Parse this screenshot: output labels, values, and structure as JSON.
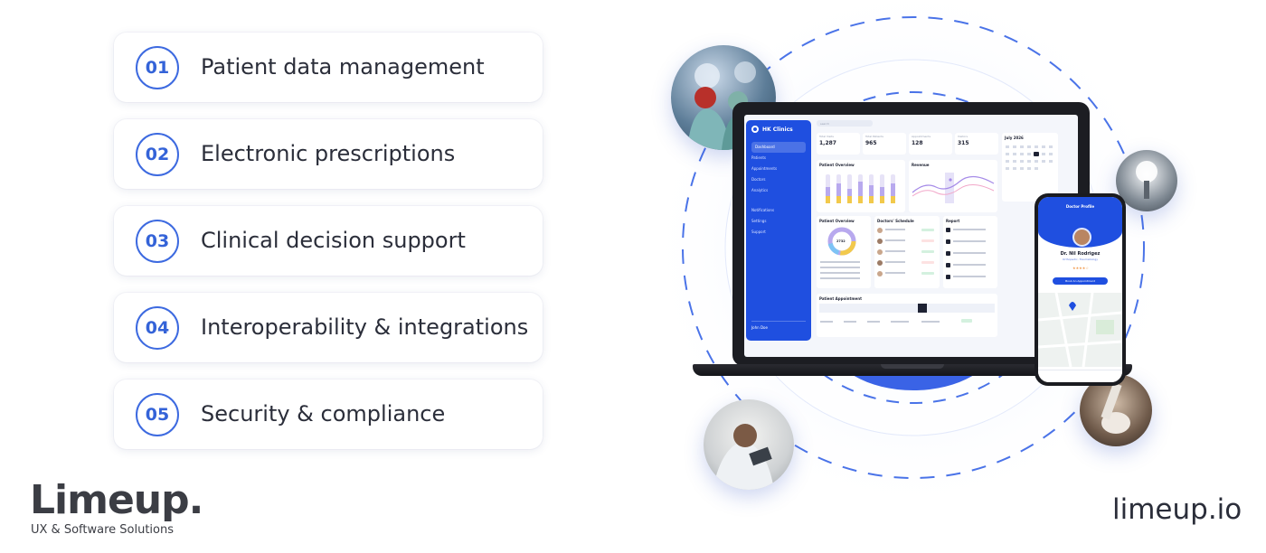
{
  "features": [
    {
      "num": "01",
      "label": "Patient data management"
    },
    {
      "num": "02",
      "label": "Electronic prescriptions"
    },
    {
      "num": "03",
      "label": "Clinical decision support"
    },
    {
      "num": "04",
      "label": "Interoperability & integrations"
    },
    {
      "num": "05",
      "label": "Security & compliance"
    }
  ],
  "brand": {
    "name": "Limeup",
    "dot": ".",
    "tagline": "UX & Software Solutions",
    "url": "limeup.io"
  },
  "dashboard": {
    "logo": "HK Clinics",
    "nav": [
      "Dashboard",
      "Patients",
      "Appointments",
      "Doctors",
      "Analytics",
      "Notifications",
      "Settings",
      "Support"
    ],
    "stats": [
      {
        "label": "Total Visits",
        "value": "1,287"
      },
      {
        "label": "Total Patients",
        "value": "965"
      },
      {
        "label": "Appointments",
        "value": "128"
      },
      {
        "label": "Visitors",
        "value": "315"
      }
    ],
    "panels": {
      "overview": "Patient Overview",
      "revenue": "Revenue",
      "calendar": "July 2026",
      "pie": "Patient Overview",
      "schedule": "Doctors' Schedule",
      "report": "Report",
      "appointment": "Patient Appointment"
    },
    "pie_center": "2732",
    "user_name": "John Doe"
  },
  "phone": {
    "header": "Doctor Profile",
    "doctor": "Dr. Nil Rodrigez",
    "specialty": "Orthopedic, Traumatology",
    "button": "Book An Appointment"
  },
  "colors": {
    "accent": "#3463d8",
    "ring": "#4a73e8",
    "sidebar": "#1f4fe0"
  }
}
